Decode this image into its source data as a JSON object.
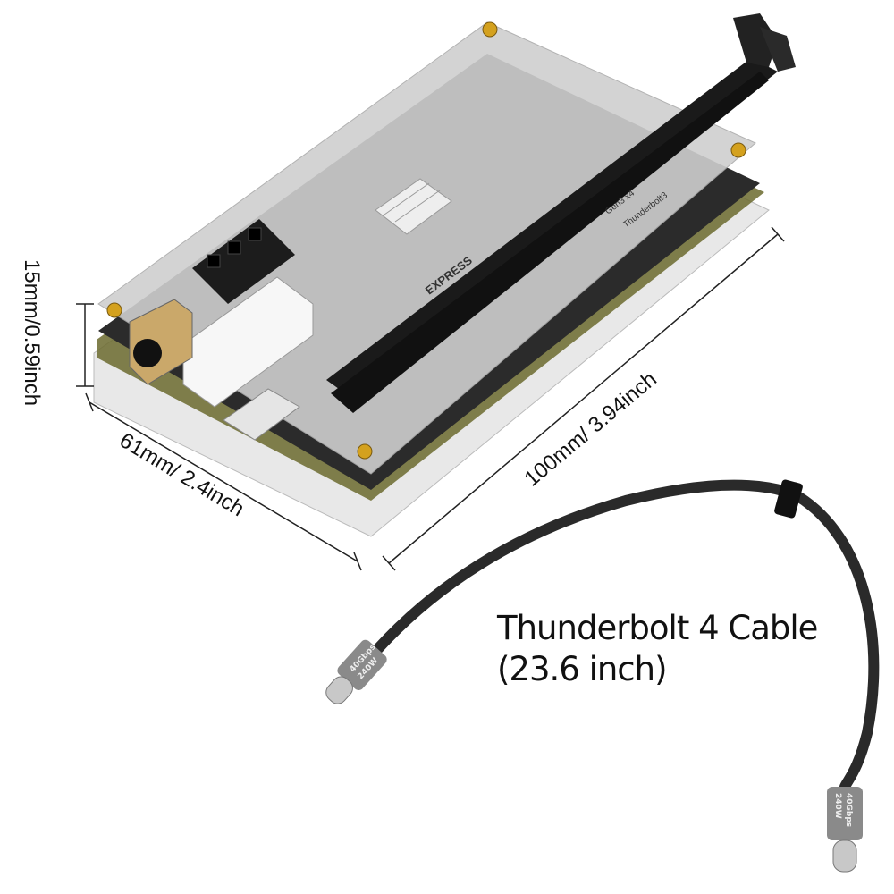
{
  "dimensions": {
    "height": "15mm/0.59inch",
    "width": "61mm/ 2.4inch",
    "length": "100mm/ 3.94inch"
  },
  "cable": {
    "title": "Thunderbolt 4 Cable",
    "length": "(23.6 inch)",
    "connector_speed": "40Gbps",
    "connector_power": "240W"
  },
  "board_print": {
    "slot_brand": "EXPRESS",
    "interface": "Thunderbolt3",
    "lanes": "Gen3 x4"
  },
  "colors": {
    "background": "#ffffff",
    "acrylic": "#d9d9d9",
    "pcb_edge": "#6b6a2e",
    "slot": "#1a1a1a",
    "cable": "#2a2a2a",
    "connector": "#8a8a8a"
  }
}
